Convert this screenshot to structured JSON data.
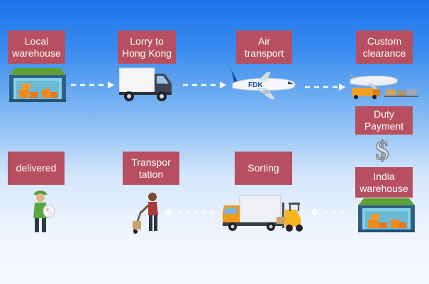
{
  "steps": [
    {
      "label": "Local\nwarehouse"
    },
    {
      "label": "Lorry to\nHong Kong"
    },
    {
      "label": "Air\ntransport"
    },
    {
      "label": "Custom\nclearance"
    },
    {
      "label": "Duty\nPayment"
    },
    {
      "label": "India\nwarehouse"
    },
    {
      "label": "Sorting"
    },
    {
      "label": "Transpor\ntation"
    },
    {
      "label": "delivered"
    }
  ],
  "plane_logo": "FDK",
  "dollar_symbol": "$",
  "colors": {
    "label_bg": "#b84f61",
    "label_text": "#ffffff",
    "arrow": "#ffffff",
    "truck_orange": "#f09a1c"
  },
  "icons": [
    "warehouse-icon",
    "lorry-icon",
    "airplane-icon",
    "customs-cargo-icon",
    "dollar-icon",
    "warehouse-icon",
    "forklift-truck-icon",
    "hand-truck-worker-icon",
    "delivery-person-icon"
  ]
}
